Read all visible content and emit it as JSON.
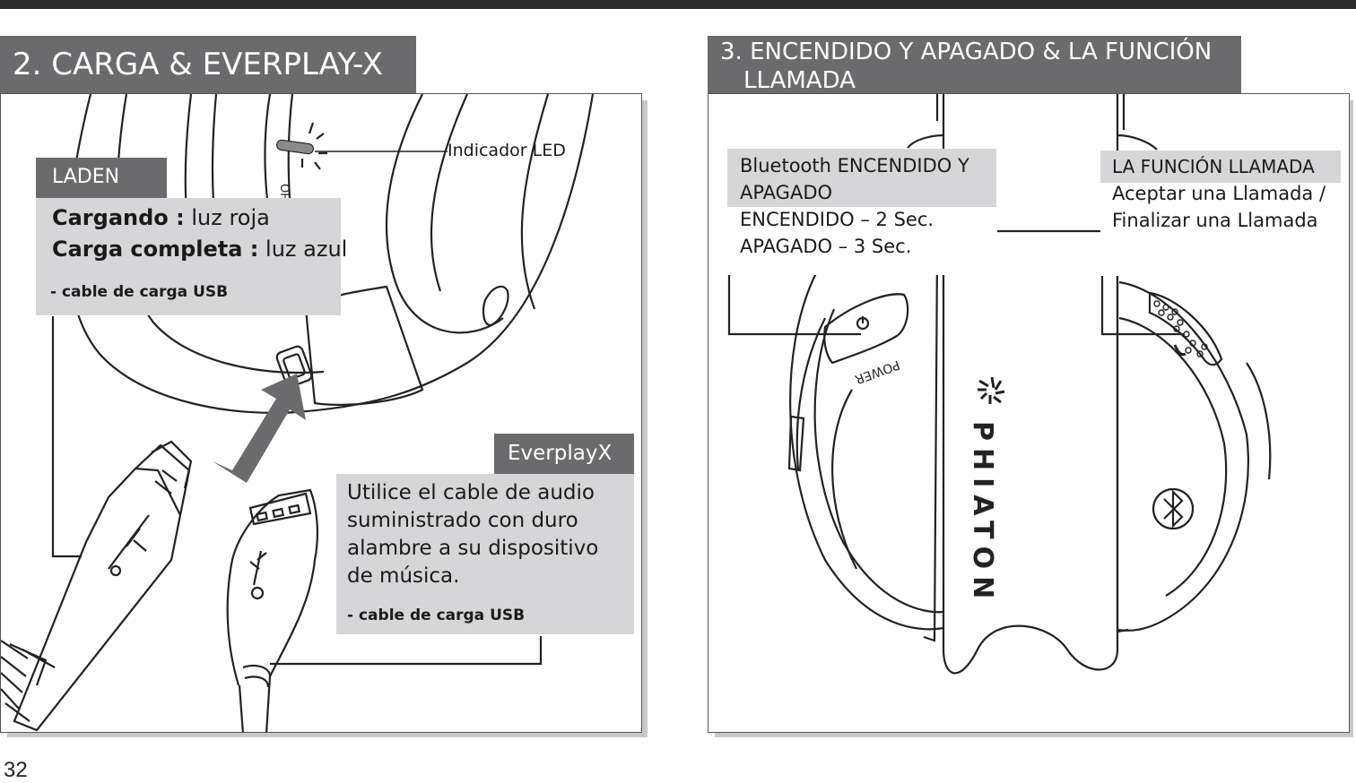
{
  "left_section": {
    "title": "2. CARGA & EVERPLAY-X",
    "led_label": "Indicador LED",
    "led_switch_text": "OFF",
    "laden": {
      "tag": "LADEN",
      "charging_key": "Cargando :",
      "charging_value": " luz roja",
      "full_key": "Carga completa :",
      "full_value": " luz azul",
      "cable_note": "- cable de carga USB"
    },
    "everplay": {
      "tag": "EverplayX",
      "description": "Utilice el cable de audio suministrado con duro alambre a su dispositivo de música.",
      "cable_note": "- cable de carga USB"
    }
  },
  "right_section": {
    "title_line1": "3. ENCENDIDO Y APAGADO & LA FUNCIÓN",
    "title_line2": "LLAMADA",
    "bluetooth": {
      "tag_line1": "Bluetooth ENCENDIDO Y",
      "tag_line2": "APAGADO",
      "on_text": "ENCENDIDO – 2 Sec.",
      "off_text": "APAGADO – 3 Sec."
    },
    "call": {
      "tag": "LA FUNCIÓN LLAMADA",
      "line1": "Aceptar una Llamada /",
      "line2": "Finalizar una Llamada"
    },
    "brand": "PHIATON",
    "power_label": "POWER"
  },
  "page_number": "32",
  "colors": {
    "dark_label": "#6b6b6d",
    "light_label": "#d6d6d8",
    "line_art": "#222222",
    "arrow": "#6b6b6d"
  }
}
